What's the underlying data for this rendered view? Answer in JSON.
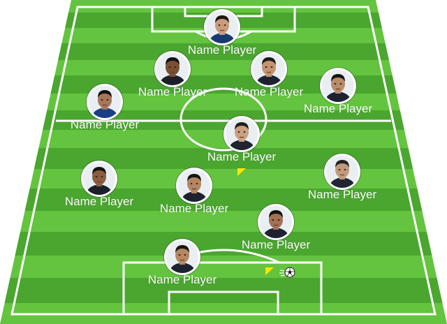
{
  "lineup": {
    "players": [
      {
        "id": "p1",
        "name": "Name Player",
        "skin": "#c99b7c",
        "hair": "#1c1714",
        "shirt": "#173a70"
      },
      {
        "id": "p2",
        "name": "Name Player",
        "skin": "#7a5034",
        "hair": "#141110",
        "shirt": "#1c1f2a"
      },
      {
        "id": "p3",
        "name": "Name Player",
        "skin": "#c3946f",
        "hair": "#1d1a17",
        "shirt": "#1d2230"
      },
      {
        "id": "p4",
        "name": "Name Player",
        "skin": "#b98c6a",
        "hair": "#151311",
        "shirt": "#1c2232"
      },
      {
        "id": "p5",
        "name": "Name Player",
        "skin": "#a8775a",
        "hair": "#161310",
        "shirt": "#1a3f86"
      },
      {
        "id": "p6",
        "name": "Name Player",
        "skin": "#caa07e",
        "hair": "#221d19",
        "shirt": "#1f2430"
      },
      {
        "id": "p7",
        "name": "Name Player",
        "skin": "#8b5e40",
        "hair": "#141110",
        "shirt": "#1b1f29"
      },
      {
        "id": "p8",
        "name": "Name Player",
        "skin": "#b48664",
        "hair": "#181512",
        "shirt": "#1d2230"
      },
      {
        "id": "p9",
        "name": "Name Player",
        "skin": "#c19a7d",
        "hair": "#262220",
        "shirt": "#202532"
      },
      {
        "id": "p10",
        "name": "Name Player",
        "skin": "#a37154",
        "hair": "#141110",
        "shirt": "#1d2230"
      },
      {
        "id": "p11",
        "name": "Name Player",
        "skin": "#b58763",
        "hair": "#1a1613",
        "shirt": "#1d2230"
      }
    ],
    "event_icons": [
      "yellow-card-icon",
      "yellow-card-icon",
      "soccer-ball-icon"
    ],
    "colors": {
      "grass_light": "#64c43f",
      "grass_dark": "#4aa62f",
      "lines": "#ffffff",
      "card": "#ffe600"
    }
  }
}
